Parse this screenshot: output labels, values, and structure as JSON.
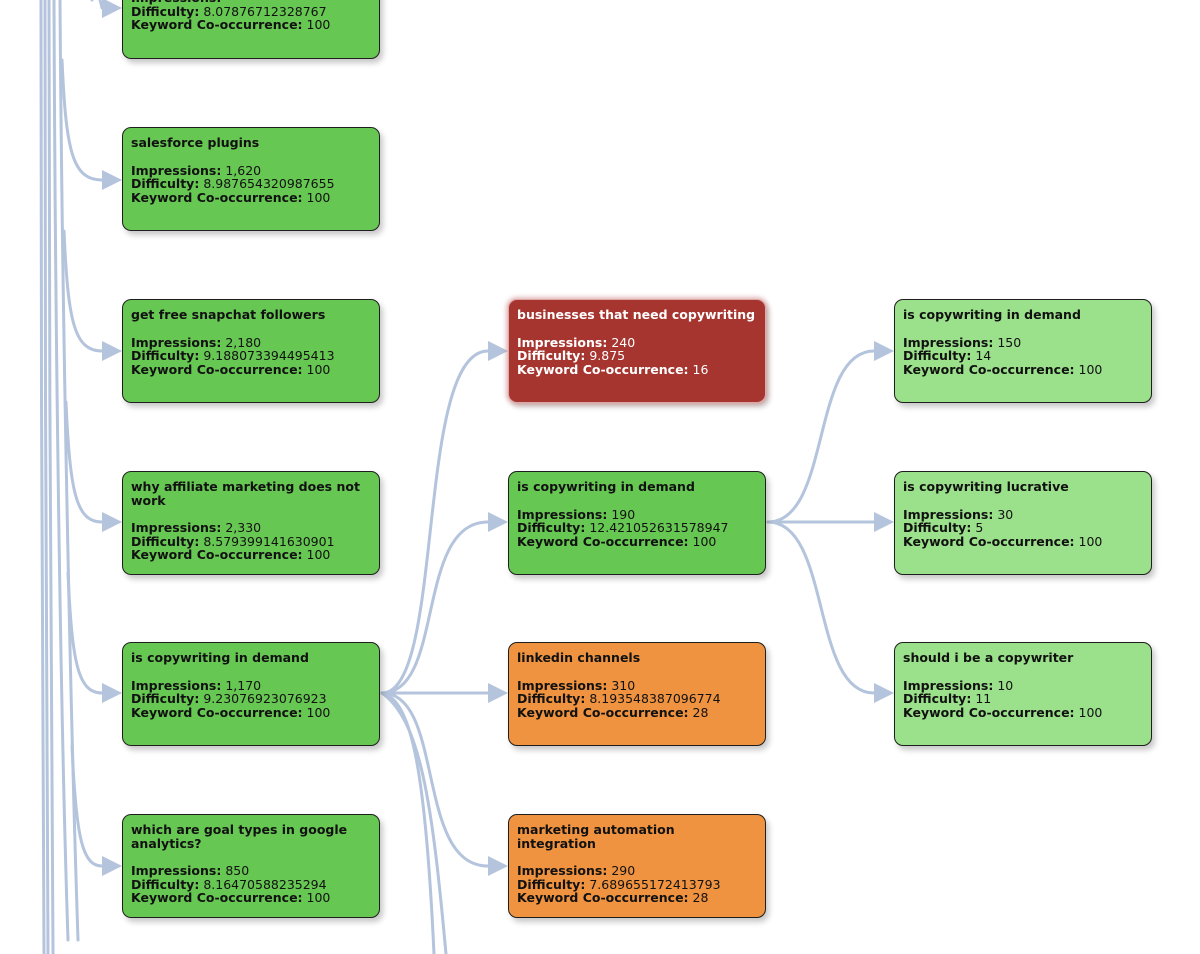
{
  "labels": {
    "impressions": "Impressions:",
    "difficulty": "Difficulty:",
    "cooccurrence": "Keyword Co-occurrence:"
  },
  "nodes": [
    {
      "title": "",
      "impressions": "",
      "difficulty": "8.07876712328767",
      "cooccurrence": "100",
      "color": "green"
    },
    {
      "title": "salesforce plugins",
      "impressions": "1,620",
      "difficulty": "8.987654320987655",
      "cooccurrence": "100",
      "color": "green"
    },
    {
      "title": "get free snapchat followers",
      "impressions": "2,180",
      "difficulty": "9.188073394495413",
      "cooccurrence": "100",
      "color": "green"
    },
    {
      "title": "why affiliate marketing does not work",
      "impressions": "2,330",
      "difficulty": "8.579399141630901",
      "cooccurrence": "100",
      "color": "green"
    },
    {
      "title": "is copywriting in demand",
      "impressions": "1,170",
      "difficulty": "9.23076923076923",
      "cooccurrence": "100",
      "color": "green"
    },
    {
      "title": "which are goal types in google analytics?",
      "impressions": "850",
      "difficulty": "8.16470588235294",
      "cooccurrence": "100",
      "color": "green"
    },
    {
      "title": "businesses that need copywriting",
      "impressions": "240",
      "difficulty": "9.875",
      "cooccurrence": "16",
      "color": "red"
    },
    {
      "title": "is copywriting in demand",
      "impressions": "190",
      "difficulty": "12.421052631578947",
      "cooccurrence": "100",
      "color": "green"
    },
    {
      "title": "linkedin channels",
      "impressions": "310",
      "difficulty": "8.193548387096774",
      "cooccurrence": "28",
      "color": "orange"
    },
    {
      "title": "marketing automation integration",
      "impressions": "290",
      "difficulty": "7.689655172413793",
      "cooccurrence": "28",
      "color": "orange"
    },
    {
      "title": "is copywriting in demand",
      "impressions": "150",
      "difficulty": "14",
      "cooccurrence": "100",
      "color": "light"
    },
    {
      "title": "is copywriting lucrative",
      "impressions": "30",
      "difficulty": "5",
      "cooccurrence": "100",
      "color": "light"
    },
    {
      "title": "should i be a copywriter",
      "impressions": "10",
      "difficulty": "11",
      "cooccurrence": "100",
      "color": "light"
    }
  ],
  "colors": {
    "green": "#67c753",
    "light": "#9be08a",
    "orange": "#f09340",
    "red": "#a63530",
    "edge": "#b4c4dc"
  }
}
